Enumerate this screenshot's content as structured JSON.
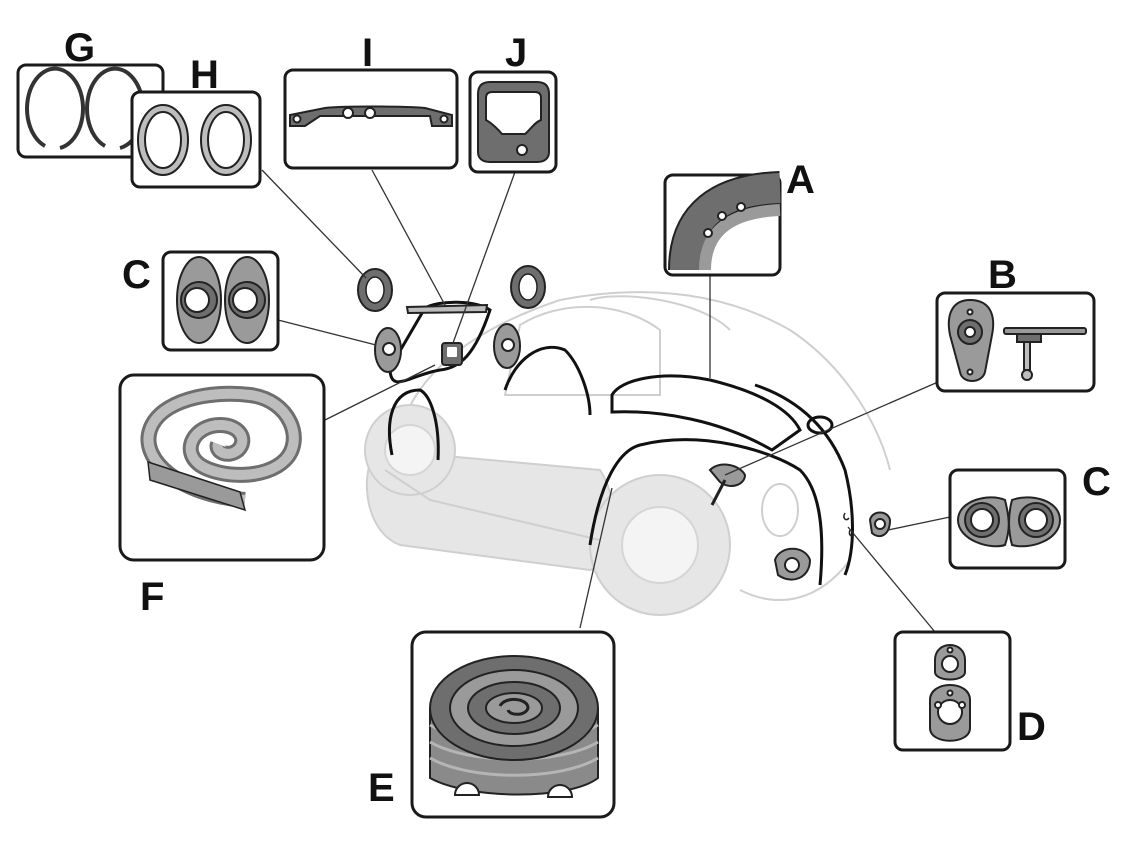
{
  "diagram": {
    "labels": {
      "A": "A",
      "B": "B",
      "C_left": "C",
      "C_right": "C",
      "D": "D",
      "E": "E",
      "F": "F",
      "G": "G",
      "H": "H",
      "I": "I",
      "J": "J"
    },
    "colors": {
      "rubber_light": "#bdbdbd",
      "rubber_mid": "#9a9a9a",
      "rubber_dark": "#6e6e6e",
      "car_ghost": "#cfcfcf",
      "outline": "#1a1a1a"
    }
  }
}
